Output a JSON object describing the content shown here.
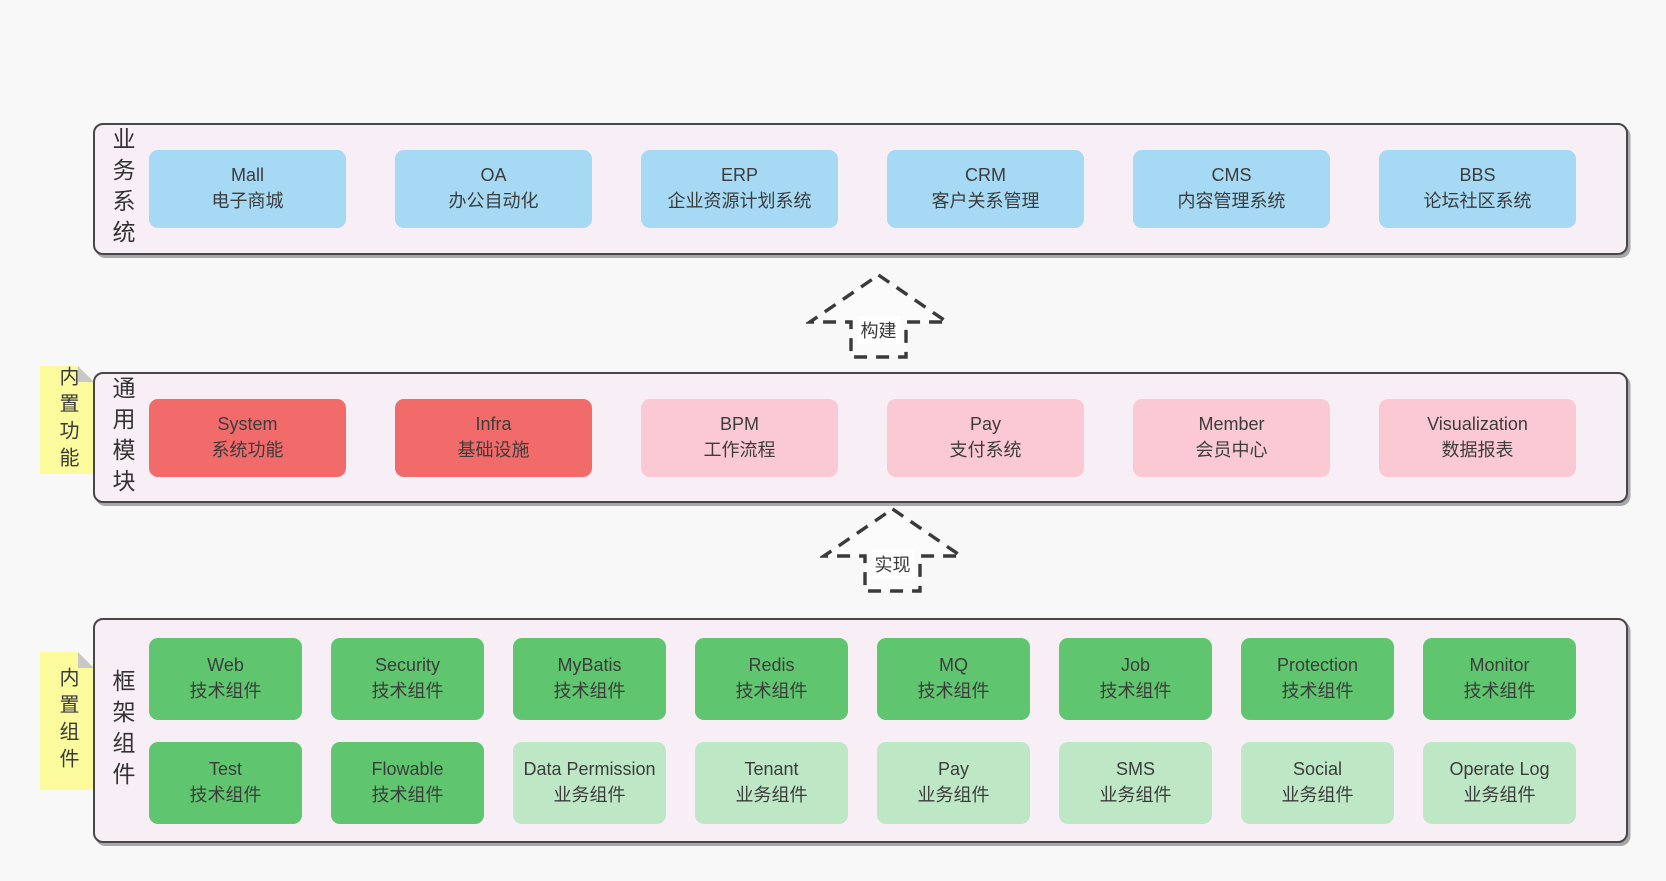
{
  "colors": {
    "bg": "#F8F8F8",
    "panel": "#F8EEF6",
    "border": "#474747",
    "ink": "#3C3C3C",
    "blue": "#A6D9F3",
    "red": "#F16B6B",
    "pink": "#FAC9D3",
    "green": "#5FC56F",
    "lightgreen": "#BDE7C5",
    "yellow": "#FBFA9D",
    "fold": "#C8C8C8",
    "arrow": "#3A3A3A"
  },
  "business_layer": {
    "label": "业务系统",
    "boxes": [
      {
        "name": "Mall",
        "desc": "电子商城"
      },
      {
        "name": "OA",
        "desc": "办公自动化"
      },
      {
        "name": "ERP",
        "desc": "企业资源计划系统"
      },
      {
        "name": "CRM",
        "desc": "客户关系管理"
      },
      {
        "name": "CMS",
        "desc": "内容管理系统"
      },
      {
        "name": "BBS",
        "desc": "论坛社区系统"
      }
    ]
  },
  "build_arrow": {
    "label": "构建"
  },
  "module_layer": {
    "label": "通用模块",
    "note": "内置功能",
    "boxes": [
      {
        "name": "System",
        "desc": "系统功能"
      },
      {
        "name": "Infra",
        "desc": "基础设施"
      },
      {
        "name": "BPM",
        "desc": "工作流程"
      },
      {
        "name": "Pay",
        "desc": "支付系统"
      },
      {
        "name": "Member",
        "desc": "会员中心"
      },
      {
        "name": "Visualization",
        "desc": "数据报表"
      }
    ]
  },
  "implement_arrow": {
    "label": "实现"
  },
  "component_layer": {
    "label": "框架组件",
    "note": "内置组件",
    "row1": [
      {
        "name": "Web",
        "desc": "技术组件"
      },
      {
        "name": "Security",
        "desc": "技术组件"
      },
      {
        "name": "MyBatis",
        "desc": "技术组件"
      },
      {
        "name": "Redis",
        "desc": "技术组件"
      },
      {
        "name": "MQ",
        "desc": "技术组件"
      },
      {
        "name": "Job",
        "desc": "技术组件"
      },
      {
        "name": "Protection",
        "desc": "技术组件"
      },
      {
        "name": "Monitor",
        "desc": "技术组件"
      }
    ],
    "row2": [
      {
        "name": "Test",
        "desc": "技术组件"
      },
      {
        "name": "Flowable",
        "desc": "技术组件"
      },
      {
        "name": "Data Permission",
        "desc": "业务组件"
      },
      {
        "name": "Tenant",
        "desc": "业务组件"
      },
      {
        "name": "Pay",
        "desc": "业务组件"
      },
      {
        "name": "SMS",
        "desc": "业务组件"
      },
      {
        "name": "Social",
        "desc": "业务组件"
      },
      {
        "name": "Operate Log",
        "desc": "业务组件"
      }
    ]
  }
}
